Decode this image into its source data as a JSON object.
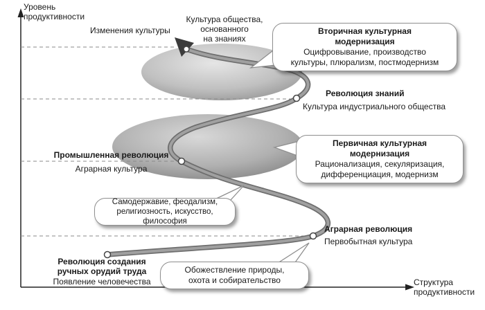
{
  "axes": {
    "y_label": "Уровень\nпродуктивности",
    "x_label": "Структура\nпродуктивности"
  },
  "top_labels": {
    "culture_change": "Изменения культуры",
    "knowledge_society": "Культура общества,\nоснованного\nна знаниях"
  },
  "milestones": {
    "tools": {
      "title": "Революция создания\nручных орудий труда",
      "subtitle": "Появление человечества"
    },
    "agrarian": {
      "title": "Аграрная революция",
      "subtitle": "Первобытная культура"
    },
    "industrial": {
      "title": "Промышленная революция",
      "subtitle": "Аграрная культура"
    },
    "knowledge": {
      "title": "Революция знаний",
      "subtitle": "Культура индустриального общества"
    }
  },
  "callouts": {
    "secondary": {
      "title": "Вторичная культурная\nмодернизация",
      "body": "Оцифровывание, производство\nкультуры, плюрализм, постмодернизм"
    },
    "primary": {
      "title": "Первичная культурная\nмодернизация",
      "body": "Рационализация, секуляризация,\nдифференциация, модернизм"
    },
    "feudal": {
      "body": "Самодержавие, феодализм,\nрелигиозность, искусство, философия"
    },
    "primitive": {
      "body": "Обожествление природы,\nохота и собирательство"
    }
  },
  "colors": {
    "curve_outline": "#6e6e6e",
    "curve_fill": "#a0a0a0",
    "arrow": "#3c3c3c",
    "axis": "#222222",
    "ellipse_light": "#e2e2e2",
    "ellipse_dark": "#7d7d7d",
    "callout_border": "#8f8f8f",
    "text": "#1a1a1a"
  }
}
